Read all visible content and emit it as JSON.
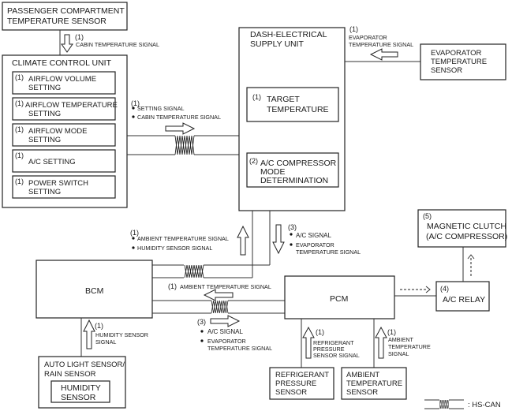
{
  "title": "Climate control system communication block diagram",
  "components": {
    "passenger_sensor": {
      "label": [
        "PASSENGER COMPARTMENT",
        "TEMPERATURE SENSOR"
      ]
    },
    "climate_control_unit": {
      "label": "CLIMATE CONTROL UNIT",
      "settings": [
        {
          "num": "(1)",
          "label": [
            "AIRFLOW VOLUME",
            "SETTING"
          ]
        },
        {
          "num": "(1)",
          "label": [
            "AIRFLOW TEMPERATURE",
            "SETTING"
          ]
        },
        {
          "num": "(1)",
          "label": [
            "AIRFLOW MODE",
            "SETTING"
          ]
        },
        {
          "num": "(1)",
          "label": [
            "A/C SETTING"
          ]
        },
        {
          "num": "(1)",
          "label": [
            "POWER SWITCH",
            "SETTING"
          ]
        }
      ]
    },
    "dash_unit": {
      "label": [
        "DASH-ELECTRICAL",
        "SUPPLY UNIT"
      ],
      "functions": [
        {
          "num": "(1)",
          "label": [
            "TARGET",
            "TEMPERATURE"
          ]
        },
        {
          "num": "(2)",
          "label": [
            "A/C COMPRESSOR",
            "MODE",
            "DETERMINATION"
          ]
        }
      ]
    },
    "evaporator_sensor": {
      "label": [
        "EVAPORATOR",
        "TEMPERATURE",
        "SENSOR"
      ]
    },
    "bcm": {
      "label": "BCM"
    },
    "pcm": {
      "label": "PCM"
    },
    "ac_relay": {
      "num": "(4)",
      "label": "A/C RELAY"
    },
    "magnetic_clutch": {
      "num": "(5)",
      "label": [
        "MAGNETIC CLUTCH",
        "(A/C COMPRESSOR)"
      ]
    },
    "auto_light_sensor": {
      "label": [
        "AUTO LIGHT SENSOR/",
        "RAIN SENSOR"
      ],
      "inner": [
        "HUMIDITY",
        "SENSOR"
      ]
    },
    "refrigerant_sensor": {
      "label": [
        "REFRIGERANT",
        "PRESSURE",
        "SENSOR"
      ]
    },
    "ambient_sensor": {
      "label": [
        "AMBIENT",
        "TEMPERATURE",
        "SENSOR"
      ]
    }
  },
  "signals": {
    "cabin": {
      "num": "(1)",
      "label": "CABIN TEMPERATURE SIGNAL"
    },
    "ccu_to_dash": {
      "num": "(1)",
      "items": [
        "SETTING SIGNAL",
        "CABIN TEMPERATURE SIGNAL"
      ]
    },
    "evaporator": {
      "num": "(1)",
      "label": [
        "EVAPORATOR",
        "TEMPERATURE SIGNAL"
      ]
    },
    "bcm_to_dash": {
      "num": "(1)",
      "items": [
        "AMBIENT TEMPERATURE SIGNAL",
        "HUMIDITY SENSOR SIGNAL"
      ]
    },
    "dash_to_bcm": {
      "num": "(3)",
      "items": [
        "A/C SIGNAL",
        "EVAPORATOR",
        "TEMPERATURE SIGNAL"
      ]
    },
    "pcm_to_bcm": {
      "num": "(1)",
      "label": "AMBIENT TEMPERATURE SIGNAL"
    },
    "bcm_to_pcm": {
      "num": "(3)",
      "items": [
        "A/C SIGNAL",
        "EVAPORATOR",
        "TEMPERATURE SIGNAL"
      ]
    },
    "humidity": {
      "num": "(1)",
      "label": [
        "HUMIDITY SENSOR",
        "SIGNAL"
      ]
    },
    "refrigerant": {
      "num": "(1)",
      "label": [
        "REFRIGERANT",
        "PRESSURE",
        "SENSOR SIGNAL"
      ]
    },
    "ambient": {
      "num": "(1)",
      "label": [
        "AMBIENT",
        "TEMPERATURE",
        "SIGNAL"
      ]
    }
  },
  "legend": {
    "label": ": HS-CAN"
  }
}
